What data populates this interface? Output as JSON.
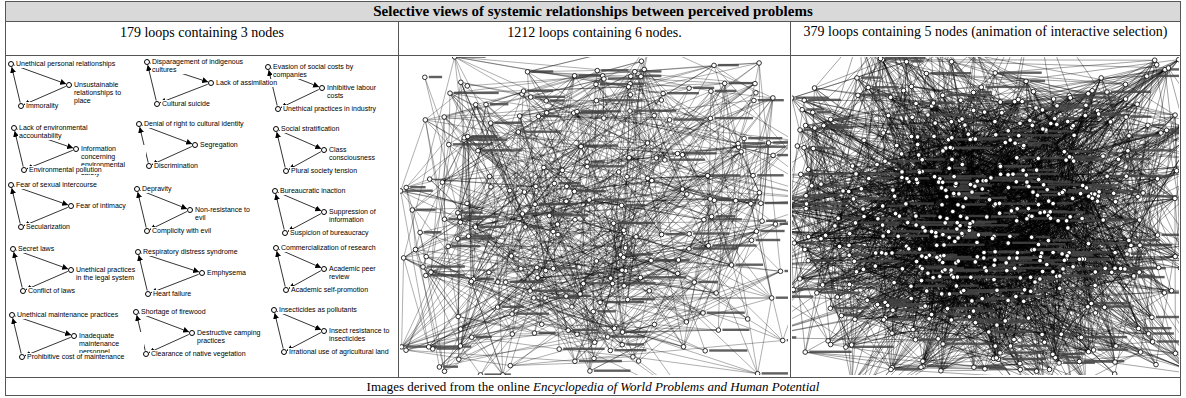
{
  "diagram": {
    "title": "Selective views of systemic relationships between perceived problems",
    "caption": "Images derived from the online Encyclopedia of World Problems and Human Potential",
    "labels": [
      "179 loops containing 3 nodes",
      "1212 loops containing 6 nodes.",
      "379 loops containing 5 nodes (animation of interactive selection)"
    ],
    "nodes": [
      {
        "text": [
          "Unethical personal relationships"
        ]
      },
      {
        "text": [
          "Unsustainable relationships to place"
        ]
      },
      {
        "text": [
          "Immorality"
        ]
      },
      {
        "text": [
          "Disparagement of indigenous cultures"
        ]
      },
      {
        "text": [
          "Lack of assimilation"
        ]
      },
      {
        "text": [
          "Cultural suicide"
        ]
      },
      {
        "text": [
          "Evasion of social costs by companies"
        ]
      },
      {
        "text": [
          "Inhibitive labour costs"
        ]
      },
      {
        "text": [
          "Unethical practices in industry"
        ]
      },
      {
        "text": [
          "Lack of environmental accountability"
        ]
      },
      {
        "text": [
          "Information concerning environmental safety"
        ]
      },
      {
        "text": [
          "Environmental pollution"
        ]
      },
      {
        "text": [
          "Denial of right to cultural identity"
        ]
      },
      {
        "text": [
          "Segregation"
        ]
      },
      {
        "text": [
          "Discrimination"
        ]
      },
      {
        "text": [
          "Social stratification"
        ]
      },
      {
        "text": [
          "Class consciousness"
        ]
      },
      {
        "text": [
          "Plural society tension"
        ]
      },
      {
        "text": [
          "Fear of sexual intercourse"
        ]
      },
      {
        "text": [
          "Fear of intimacy"
        ]
      },
      {
        "text": [
          "Secularization"
        ]
      },
      {
        "text": [
          "Depravity"
        ]
      },
      {
        "text": [
          "Non-resistance to evil"
        ]
      },
      {
        "text": [
          "Complicity with evil"
        ]
      },
      {
        "text": [
          "Bureaucratic inaction"
        ]
      },
      {
        "text": [
          "Suppression of information"
        ]
      },
      {
        "text": [
          "Suspicion of bureaucracy"
        ]
      },
      {
        "text": [
          "Secret laws"
        ]
      },
      {
        "text": [
          "Unethical practices in the legal system"
        ]
      },
      {
        "text": [
          "Conflict of laws"
        ]
      },
      {
        "text": [
          "Respiratory distress syndrome"
        ]
      },
      {
        "text": [
          "Emphysema"
        ]
      },
      {
        "text": [
          "Heart failure"
        ]
      },
      {
        "text": [
          "Commercialization of research"
        ]
      },
      {
        "text": [
          "Academic peer review"
        ]
      },
      {
        "text": [
          "Academic self-promotion"
        ]
      },
      {
        "text": [
          "Unethical maintenance practices"
        ]
      },
      {
        "text": [
          "Inadequate maintenance personnel"
        ]
      },
      {
        "text": [
          "Prohibitive cost of maintenance"
        ]
      },
      {
        "text": [
          "Shortage of firewood"
        ]
      },
      {
        "text": [
          "Destructive camping practices"
        ]
      },
      {
        "text": [
          "Clearance of native vegetation"
        ]
      },
      {
        "text": [
          "Insecticides as pollutants"
        ]
      },
      {
        "text": [
          "Insect resistance to insecticides"
        ]
      },
      {
        "text": [
          "Irrational use of agricultural land"
        ]
      }
    ],
    "edges": [
      {
        "from": 0,
        "to": 1,
        "arrow": "to"
      },
      {
        "from": 1,
        "to": 2,
        "arrow": "to"
      },
      {
        "from": 2,
        "to": 0,
        "arrow": "to"
      },
      {
        "from": 3,
        "to": 4,
        "arrow": "to"
      },
      {
        "from": 4,
        "to": 5,
        "arrow": "to"
      },
      {
        "from": 5,
        "to": 3,
        "arrow": "to"
      },
      {
        "from": 6,
        "to": 7,
        "arrow": "to"
      },
      {
        "from": 7,
        "to": 8,
        "arrow": "to"
      },
      {
        "from": 8,
        "to": 6,
        "arrow": "to"
      },
      {
        "from": 9,
        "to": 10,
        "arrow": "to"
      },
      {
        "from": 10,
        "to": 11,
        "arrow": "to"
      },
      {
        "from": 11,
        "to": 9,
        "arrow": "to"
      },
      {
        "from": 12,
        "to": 13,
        "arrow": "to"
      },
      {
        "from": 13,
        "to": 14,
        "arrow": "to"
      },
      {
        "from": 14,
        "to": 12,
        "arrow": "to"
      },
      {
        "from": 15,
        "to": 16,
        "arrow": "to"
      },
      {
        "from": 16,
        "to": 17,
        "arrow": "to"
      },
      {
        "from": 17,
        "to": 15,
        "arrow": "to"
      },
      {
        "from": 18,
        "to": 19,
        "arrow": "to"
      },
      {
        "from": 19,
        "to": 20,
        "arrow": "to"
      },
      {
        "from": 20,
        "to": 18,
        "arrow": "to"
      },
      {
        "from": 21,
        "to": 22,
        "arrow": "to"
      },
      {
        "from": 22,
        "to": 23,
        "arrow": "to"
      },
      {
        "from": 23,
        "to": 21,
        "arrow": "to"
      },
      {
        "from": 24,
        "to": 25,
        "arrow": "to"
      },
      {
        "from": 25,
        "to": 26,
        "arrow": "to"
      },
      {
        "from": 26,
        "to": 24,
        "arrow": "to"
      },
      {
        "from": 27,
        "to": 28,
        "arrow": "to"
      },
      {
        "from": 28,
        "to": 29,
        "arrow": "to"
      },
      {
        "from": 29,
        "to": 27,
        "arrow": "to"
      },
      {
        "from": 30,
        "to": 31,
        "arrow": "to"
      },
      {
        "from": 31,
        "to": 32,
        "arrow": "to"
      },
      {
        "from": 32,
        "to": 30,
        "arrow": "to"
      },
      {
        "from": 33,
        "to": 34,
        "arrow": "to"
      },
      {
        "from": 34,
        "to": 35,
        "arrow": "to"
      },
      {
        "from": 35,
        "to": 33,
        "arrow": "to"
      },
      {
        "from": 36,
        "to": 37,
        "arrow": "to"
      },
      {
        "from": 37,
        "to": 38,
        "arrow": "to"
      },
      {
        "from": 38,
        "to": 36,
        "arrow": "to"
      },
      {
        "from": 39,
        "to": 40,
        "arrow": "to"
      },
      {
        "from": 40,
        "to": 41,
        "arrow": "to"
      },
      {
        "from": 41,
        "to": 39,
        "arrow": "to"
      },
      {
        "from": 42,
        "to": 43,
        "arrow": "to"
      },
      {
        "from": 43,
        "to": 44,
        "arrow": "to"
      },
      {
        "from": 44,
        "to": 42,
        "arrow": "to"
      }
    ]
  }
}
